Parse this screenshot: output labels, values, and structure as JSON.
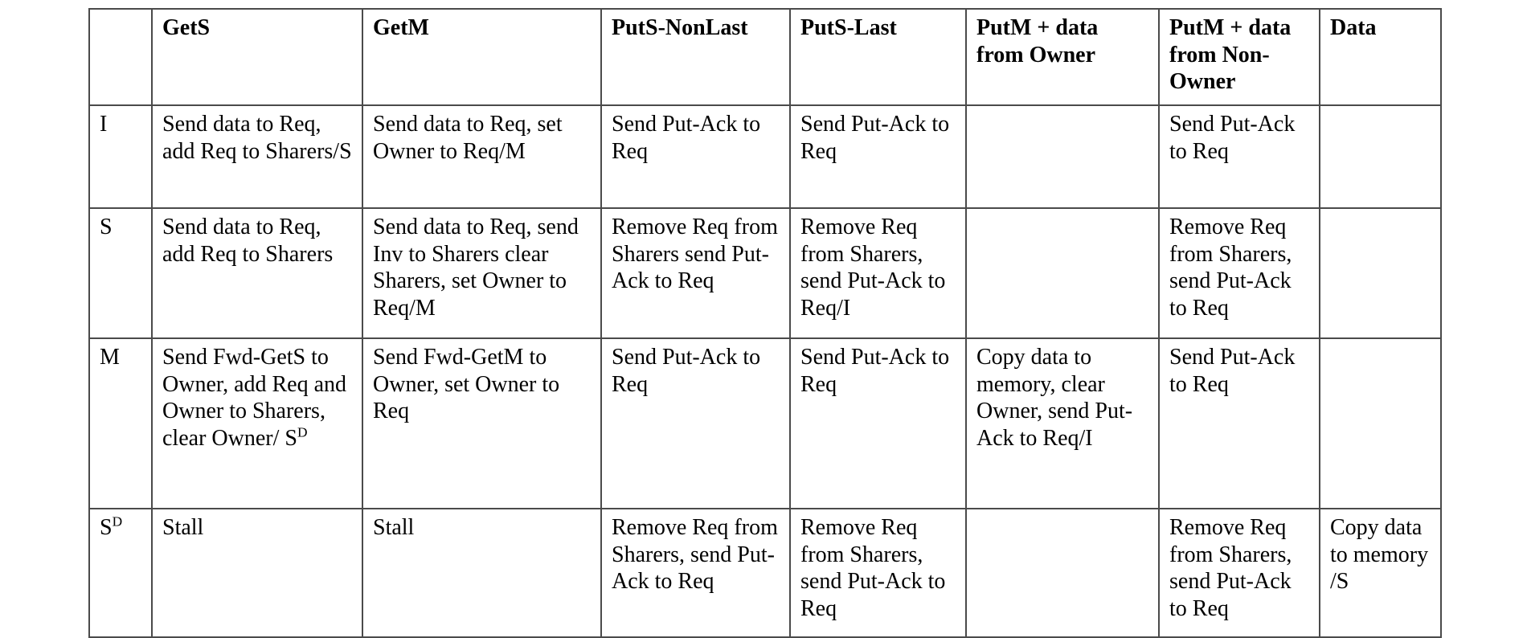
{
  "table": {
    "caption": "",
    "shaded_color": "#a7d7dd",
    "border_color": "#4a4a4a",
    "corner_cell": "",
    "columns": [
      {
        "key": "rowlabel",
        "label": ""
      },
      {
        "key": "gets",
        "label": "GetS"
      },
      {
        "key": "getm",
        "label": "GetM"
      },
      {
        "key": "puts_nonlast",
        "label": "PutS-NonLast"
      },
      {
        "key": "puts_last",
        "label": "PutS-Last"
      },
      {
        "key": "putm_data_owner",
        "label": "PutM + data from Owner"
      },
      {
        "key": "putm_data_nonowner",
        "label": "PutM + data from Non-Owner"
      },
      {
        "key": "data",
        "label": "Data"
      }
    ],
    "rows": [
      {
        "label": "I",
        "label_sup": "",
        "cells": [
          {
            "text": "Send data to Req, add Req to Sharers/S",
            "shaded": false
          },
          {
            "text": "Send data to Req, set Owner to Req/M",
            "shaded": false
          },
          {
            "text": "Send Put-Ack to Req",
            "shaded": false
          },
          {
            "text": "Send Put-Ack to Req",
            "shaded": false
          },
          {
            "text": "",
            "shaded": true
          },
          {
            "text": "Send Put-Ack to Req",
            "shaded": false
          },
          {
            "text": "",
            "shaded": true
          }
        ]
      },
      {
        "label": "S",
        "label_sup": "",
        "cells": [
          {
            "text": "Send data to Req, add Req to Sharers",
            "shaded": false
          },
          {
            "text": "Send data to Req, send Inv to Sharers clear Sharers, set Owner to Req/M",
            "shaded": false
          },
          {
            "text": "Remove Req from Sharers send Put-Ack to Req",
            "shaded": false
          },
          {
            "text": "Remove Req from Sharers, send Put-Ack to Req/I",
            "shaded": false
          },
          {
            "text": "",
            "shaded": true
          },
          {
            "text": "Remove Req from Sharers, send Put-Ack to Req",
            "shaded": false
          },
          {
            "text": "",
            "shaded": true
          }
        ]
      },
      {
        "label": "M",
        "label_sup": "",
        "cells": [
          {
            "text": "Send Fwd-GetS to Owner, add Req and Owner to Sharers, clear Owner/ S",
            "text_sup": "D",
            "shaded": false
          },
          {
            "text": "Send Fwd-GetM to Owner, set Owner to Req",
            "shaded": false
          },
          {
            "text": "Send Put-Ack to Req",
            "shaded": false
          },
          {
            "text": "Send Put-Ack to Req",
            "shaded": false
          },
          {
            "text": "Copy data to memory, clear Owner, send Put-Ack to Req/I",
            "shaded": false
          },
          {
            "text": "Send Put-Ack to Req",
            "shaded": false
          },
          {
            "text": "",
            "shaded": true
          }
        ]
      },
      {
        "label": "S",
        "label_sup": "D",
        "cells": [
          {
            "text": "Stall",
            "shaded": false
          },
          {
            "text": "Stall",
            "shaded": false
          },
          {
            "text": "Remove Req from Sharers, send Put-Ack to Req",
            "shaded": false
          },
          {
            "text": "Remove Req from Sharers, send Put-Ack to Req",
            "shaded": false
          },
          {
            "text": "",
            "shaded": true
          },
          {
            "text": "Remove Req from Sharers, send Put-Ack to Req",
            "shaded": false
          },
          {
            "text": "Copy data to memory /S",
            "shaded": false
          }
        ]
      }
    ]
  }
}
